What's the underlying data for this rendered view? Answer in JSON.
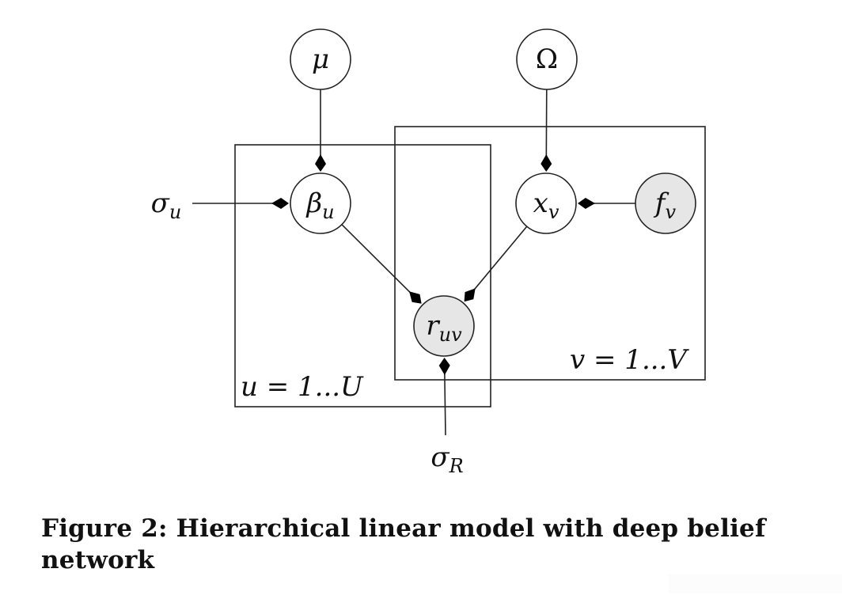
{
  "figure": {
    "nodes": [
      {
        "id": "mu",
        "label": "μ",
        "sub": "",
        "observed": false
      },
      {
        "id": "omega",
        "label": "Ω",
        "sub": "",
        "observed": false
      },
      {
        "id": "beta_u",
        "label": "β",
        "sub": "u",
        "observed": false
      },
      {
        "id": "x_v",
        "label": "x",
        "sub": "v",
        "observed": false
      },
      {
        "id": "f_v",
        "label": "f",
        "sub": "v",
        "observed": true
      },
      {
        "id": "r_uv",
        "label": "r",
        "sub": "uv",
        "observed": true
      }
    ],
    "free_params": [
      {
        "id": "sigma_u",
        "label": "σ",
        "sub": "u"
      },
      {
        "id": "sigma_R",
        "label": "σ",
        "sub": "R"
      }
    ],
    "edges": [
      {
        "from": "mu",
        "to": "beta_u"
      },
      {
        "from": "omega",
        "to": "x_v"
      },
      {
        "from": "sigma_u",
        "to": "beta_u"
      },
      {
        "from": "f_v",
        "to": "x_v"
      },
      {
        "from": "beta_u",
        "to": "r_uv"
      },
      {
        "from": "x_v",
        "to": "r_uv"
      },
      {
        "from": "sigma_R",
        "to": "r_uv"
      }
    ],
    "plates": [
      {
        "id": "plate_u",
        "label": "u = 1...U"
      },
      {
        "id": "plate_v",
        "label": "v = 1...V"
      }
    ]
  },
  "caption": {
    "text": "Figure 2: Hierarchical linear model with deep belief network"
  }
}
